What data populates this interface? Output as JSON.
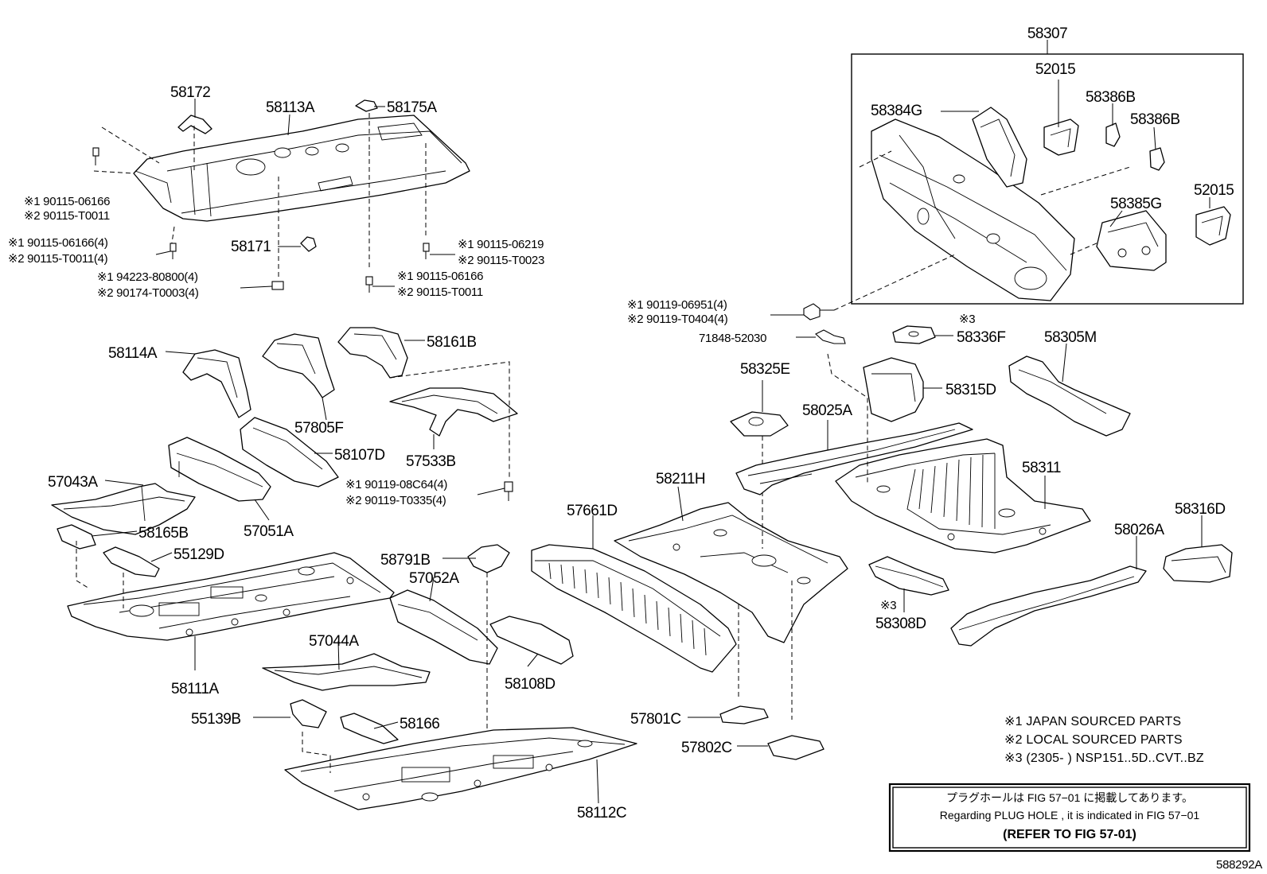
{
  "parts": {
    "p58307": "58307",
    "p52015a": "52015",
    "p58384G": "58384G",
    "p58386B1": "58386B",
    "p58386B2": "58386B",
    "p52015b": "52015",
    "p58385G": "58385G",
    "p58172": "58172",
    "p58113A": "58113A",
    "p58175A": "58175A",
    "p58171": "58171",
    "p58114A": "58114A",
    "p58161B": "58161B",
    "p57805F": "57805F",
    "p57533B": "57533B",
    "p58107D": "58107D",
    "p57043A": "57043A",
    "p57051A": "57051A",
    "p58165B": "58165B",
    "p55129D": "55129D",
    "p58111A": "58111A",
    "p58791B": "58791B",
    "p57052A": "57052A",
    "p57044A": "57044A",
    "p58108D": "58108D",
    "p55139B": "55139B",
    "p58166": "58166",
    "p58112C": "58112C",
    "p57661D": "57661D",
    "p58211H": "58211H",
    "p57801C": "57801C",
    "p57802C": "57802C",
    "p58325E": "58325E",
    "p58025A": "58025A",
    "p58336F": "58336F",
    "p58305M": "58305M",
    "p58315D": "58315D",
    "p58311": "58311",
    "p58316D": "58316D",
    "p58026A": "58026A",
    "p58308D": "58308D",
    "p71848": "71848-52030"
  },
  "fasteners": {
    "f1a": "※1 90115-06166",
    "f1b": "※2 90115-T0011",
    "f2a": "※1 90115-06166(4)",
    "f2b": "※2 90115-T0011(4)",
    "f3a": "※1 94223-80800(4)",
    "f3b": "※2 90174-T0003(4)",
    "f4a": "※1 90115-06219",
    "f4b": "※2 90115-T0023",
    "f5a": "※1 90115-06166",
    "f5b": "※2 90115-T0011",
    "f6a": "※1 90119-08C64(4)",
    "f6b": "※2 90119-T0335(4)",
    "f7a": "※1 90119-06951(4)",
    "f7b": "※2 90119-T0404(4)"
  },
  "marks": {
    "m3a": "※3",
    "m3b": "※3"
  },
  "legend": {
    "l1": "※1 JAPAN SOURCED PARTS",
    "l2": "※2 LOCAL SOURCED PARTS",
    "l3": "※3 (2305-        ) NSP151..5D..CVT..BZ"
  },
  "note": {
    "jp": "プラグホールは FIG 57−01 に掲載してあります。",
    "en": "Regarding  PLUG  HOLE , it is indicated in  FIG  57−01",
    "ref": "(REFER TO FIG 57-01)"
  },
  "diagram_id": "588292A"
}
